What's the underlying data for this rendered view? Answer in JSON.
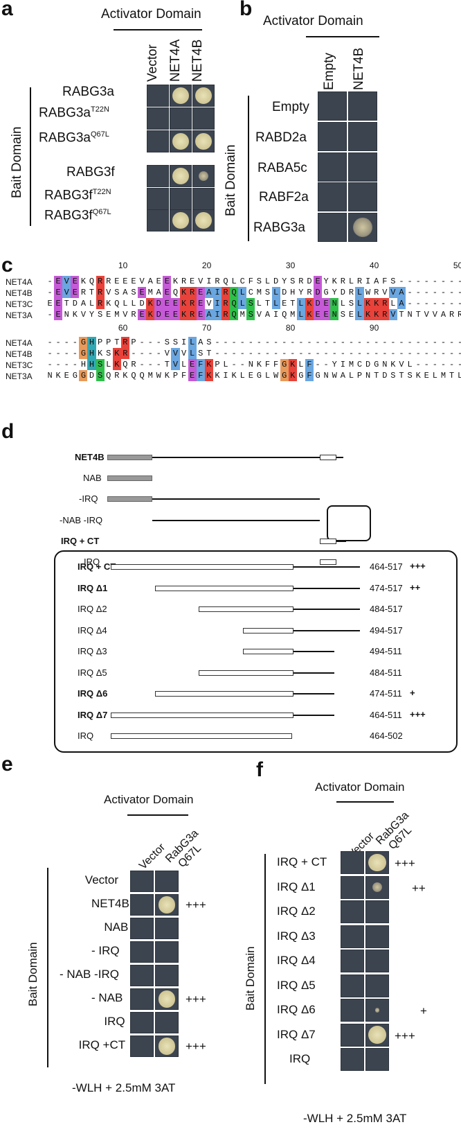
{
  "panels": {
    "a": {
      "letter": "a",
      "activator_title": "Activator Domain",
      "bait_title": "Bait Domain",
      "columns": [
        "Vector",
        "NET4A",
        "NET4B"
      ],
      "rows_top": [
        {
          "name": "RABG3a",
          "sup": ""
        },
        {
          "name": "RABG3a",
          "sup": "T22N"
        },
        {
          "name": "RABG3a",
          "sup": "Q67L"
        }
      ],
      "rows_bottom": [
        {
          "name": "RABG3f",
          "sup": ""
        },
        {
          "name": "RABG3f",
          "sup": "T22N"
        },
        {
          "name": "RABG3f",
          "sup": "Q67L"
        }
      ]
    },
    "b": {
      "letter": "b",
      "activator_title": "Activator Domain",
      "bait_title": "Bait Domain",
      "columns": [
        "Empty",
        "NET4B"
      ],
      "rows": [
        "Empty",
        "RABD2a",
        "RABA5c",
        "RABF2a",
        "RABG3a"
      ]
    },
    "c": {
      "letter": "c",
      "ticks_top": [
        "10",
        "20",
        "30",
        "40",
        "50"
      ],
      "ticks_bottom": [
        "60",
        "70",
        "80",
        "90"
      ],
      "block1": [
        {
          "name": "NET4A",
          "seq": "-EVEKQRREEEVAEEKREVIRQLCFSLDYSRDEYKRLRIAFS--------"
        },
        {
          "name": "NET4B",
          "seq": "-EVERTRVSASEMAEQKREAIRQLCMSLDHYRDGYDRLWRVVA-------"
        },
        {
          "name": "NET3C",
          "seq": "EETDALRKQLLDKDEEKREVIRQLSLTLETLKDENLSLKKRLA-------"
        },
        {
          "name": "NET3A",
          "seq": "-ENKVYSEMVREKDEEKREAIRQMSVAIQMLKEENSELKKRVTNTVVARR"
        }
      ],
      "block2": [
        {
          "name": "NET4A",
          "seq": "----GHPPTRP---SSILAS-------------------------------"
        },
        {
          "name": "NET4B",
          "seq": "----GHKSKR----VVVLST-------------------------------"
        },
        {
          "name": "NET3C",
          "seq": "----HHSLKQR---TVLEFKPL--NKFFGKLF--YIMCDGNKVL-------"
        },
        {
          "name": "NET3A",
          "seq": "NKEGGDSQRKQQMWKPFEFKKIKLEGLWGKGFGNWALPNTDSTSKELMTL"
        }
      ]
    },
    "d": {
      "letter": "d",
      "top_rows": [
        "NET4B",
        "NAB",
        "-IRQ",
        "-NAB -IRQ",
        "IRQ + CT",
        "IRQ"
      ],
      "box_rows": [
        {
          "name": "IRQ + CT",
          "range": "464-517",
          "score": "+++"
        },
        {
          "name": "IRQ Δ1",
          "range": "474-517",
          "score": "++"
        },
        {
          "name": "IRQ Δ2",
          "range": "484-517",
          "score": ""
        },
        {
          "name": "IRQ Δ4",
          "range": "494-517",
          "score": ""
        },
        {
          "name": "IRQ Δ3",
          "range": "494-511",
          "score": ""
        },
        {
          "name": "IRQ Δ5",
          "range": "484-511",
          "score": ""
        },
        {
          "name": "IRQ Δ6",
          "range": "474-511",
          "score": "+"
        },
        {
          "name": "IRQ Δ7",
          "range": "464-511",
          "score": "+++"
        },
        {
          "name": "IRQ",
          "range": "464-502",
          "score": ""
        }
      ]
    },
    "e": {
      "letter": "e",
      "activator_title": "Activator Domain",
      "bait_title": "Bait Domain",
      "col1": "Vector",
      "col2_line1": "RabG3a",
      "col2_line2": "Q67L",
      "rows": [
        {
          "name": "Vector",
          "score": ""
        },
        {
          "name": "NET4B",
          "score": "+++"
        },
        {
          "name": "NAB",
          "score": ""
        },
        {
          "name": "- IRQ",
          "score": ""
        },
        {
          "name": "- NAB -IRQ",
          "score": ""
        },
        {
          "name": "- NAB",
          "score": "+++"
        },
        {
          "name": "IRQ",
          "score": ""
        },
        {
          "name": "IRQ +CT",
          "score": "+++"
        }
      ],
      "medium": "-WLH + 2.5mM 3AT"
    },
    "f": {
      "letter": "f",
      "activator_title": "Activator Domain",
      "bait_title": "Bait Domain",
      "col1": "Vector",
      "col2_line1": "RabG3a",
      "col2_line2": "Q67L",
      "rows": [
        {
          "name": "IRQ + CT",
          "score": "+++"
        },
        {
          "name": "IRQ Δ1",
          "score": "++"
        },
        {
          "name": "IRQ Δ2",
          "score": ""
        },
        {
          "name": "IRQ Δ3",
          "score": ""
        },
        {
          "name": "IRQ Δ4",
          "score": ""
        },
        {
          "name": "IRQ Δ5",
          "score": ""
        },
        {
          "name": "IRQ Δ6",
          "score": "+"
        },
        {
          "name": "IRQ Δ7",
          "score": "+++"
        },
        {
          "name": "IRQ",
          "score": ""
        }
      ],
      "medium": "-WLH + 2.5mM 3AT"
    }
  },
  "colors": {
    "plate_bg": "#3c4450",
    "colony": "#d9d2a6",
    "residue_colors": {
      "E": "#c55ad6",
      "D": "#c55ad6",
      "K": "#e8423a",
      "R": "#e8423a",
      "I": "#6aa6e0",
      "L": "#6aa6e0",
      "V": "#6aa6e0",
      "A": "#6aa6e0",
      "M": "#6aa6e0",
      "F": "#6aa6e0",
      "Q": "#2fc04a",
      "S": "#2fc04a",
      "T": "#2fc04a",
      "N": "#2fc04a",
      "H": "#31a8b4",
      "Y": "#31a8b4",
      "G": "#e89a5a",
      "P": "#d4d43a"
    }
  }
}
